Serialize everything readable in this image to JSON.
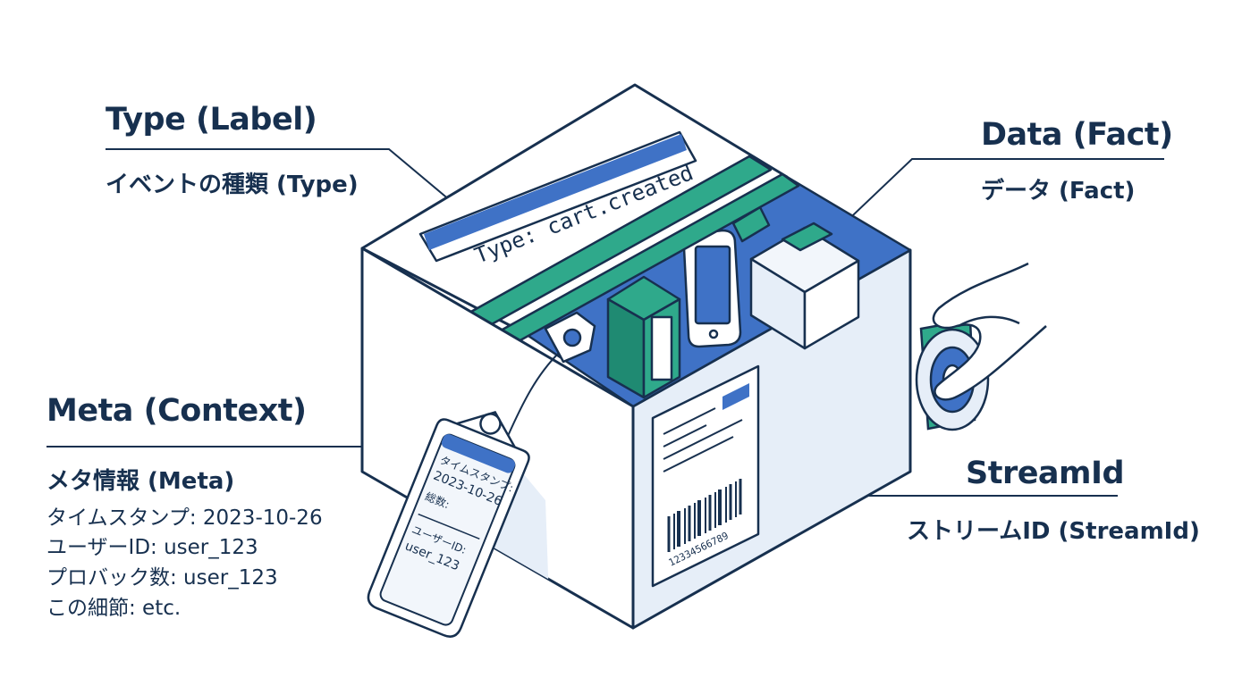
{
  "colors": {
    "navy": "#17304f",
    "blue": "#3f72c6",
    "teal": "#2fa98b",
    "light_blue": "#e6eef8",
    "pale": "#f2f6fb"
  },
  "type_section": {
    "title": "Type (Label)",
    "subtitle": "イベントの種類 (Type)",
    "box_label": "Type: cart.created"
  },
  "data_section": {
    "title": "Data (Fact)",
    "subtitle": "データ (Fact)"
  },
  "meta_section": {
    "title": "Meta (Context)",
    "subtitle": "メタ情報 (Meta)",
    "lines": [
      "タイムスタンプ: 2023-10-26",
      "ユーザーID: user_123",
      "プロバック数: user_123",
      "この細節: etc."
    ]
  },
  "stream_section": {
    "title": "StreamId",
    "subtitle": "ストリームID (StreamId)"
  },
  "tag": {
    "line1": "タイムスタンプ:",
    "line2": "2023-10-26",
    "line3": "総数:",
    "line4": "ユーザーID:",
    "line5": "user_123"
  },
  "shipping_label": {
    "barcode_number": "12334566789"
  },
  "icons": [
    "smartphone-icon",
    "stacked-boxes-icon",
    "tape-roll-icon",
    "hand-icon",
    "barcode-icon"
  ]
}
